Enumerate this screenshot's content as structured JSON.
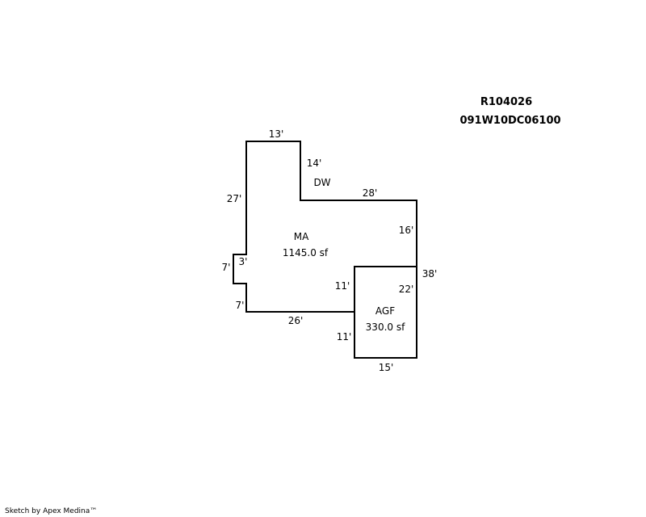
{
  "parcel": {
    "account_id": "R104026",
    "map_tax_lot": "091W10DC06100"
  },
  "areas": {
    "main": {
      "code": "MA",
      "area": "1145.0 sf"
    },
    "driveway": {
      "code": "DW"
    },
    "garage": {
      "code": "AGF",
      "area": "330.0 sf"
    }
  },
  "dimensions": {
    "top": "13'",
    "inner_left_vertical": "14'",
    "left_upper": "27'",
    "notch_width": "3'",
    "notch_outer_height": "7'",
    "left_lower": "7'",
    "bottom_main": "26'",
    "inner_right_top": "28'",
    "right_upper": "16'",
    "right_total": "38'",
    "garage_left_upper": "11'",
    "garage_right": "22'",
    "garage_left_lower": "11'",
    "garage_bottom": "15'"
  },
  "footer": {
    "credit": "Sketch by Apex Medina™"
  }
}
